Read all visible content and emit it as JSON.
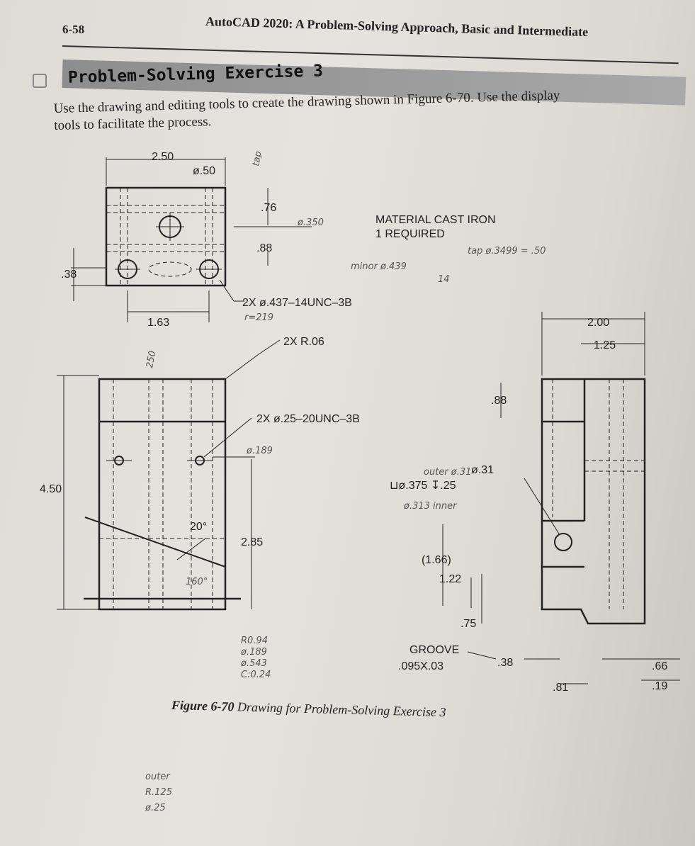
{
  "header": {
    "page_number": "6-58",
    "running_head": "AutoCAD 2020: A Problem-Solving Approach, Basic and Intermediate"
  },
  "exercise": {
    "title": "Problem-Solving Exercise 3",
    "instructions_line1": "Use the drawing and editing tools to create the drawing shown in Figure 6-70. Use the display",
    "instructions_line2": "tools to facilitate the process."
  },
  "notes": {
    "material": "MATERIAL CAST IRON",
    "required": "1 REQUIRED",
    "thread_top": "2X ø.437–14UNC–3B",
    "fillet": "2X R.06",
    "thread_front": "2X ø.25–20UNC–3B",
    "counterbore_dia": "ø.31",
    "counterbore_spec": "⊔ø.375 ↧.25",
    "groove": "GROOVE",
    "groove_spec": ".095X.03"
  },
  "dimensions": {
    "top_width": "2.50",
    "top_hole": "ø.50",
    "top_76": ".76",
    "top_88": ".88",
    "left_38": ".38",
    "bottom_163": "1.63",
    "height_450": "4.50",
    "angle_20": "20°",
    "h_285": "2.85",
    "side_200": "2.00",
    "side_125": "1.25",
    "side_88": ".88",
    "ref_166": "(1.66)",
    "side_122": "1.22",
    "side_75": ".75",
    "side_38": ".38",
    "side_81": ".81",
    "side_66": ".66",
    "side_19": ".19"
  },
  "handwriting": {
    "tap": "tap",
    "dia_350": "ø.350",
    "minor": "minor ø.439",
    "tap_dia": "tap ø.3499 = .50",
    "fourteen": "14",
    "r219": "r=219",
    "dia_189": "ø.189",
    "outer": "outer ø.31",
    "inner": "ø.313 inner",
    "rev": "R0.94",
    "note_a": "ø.189",
    "note_b": "ø.543",
    "note_c": "C:0.24",
    "outer_bottom": "outer",
    "r125": "R.125",
    "d25": "ø.25",
    "t250": "250",
    "t160": "160°"
  },
  "caption": {
    "label": "Figure 6-70",
    "text": "Drawing for Problem-Solving Exercise 3"
  }
}
